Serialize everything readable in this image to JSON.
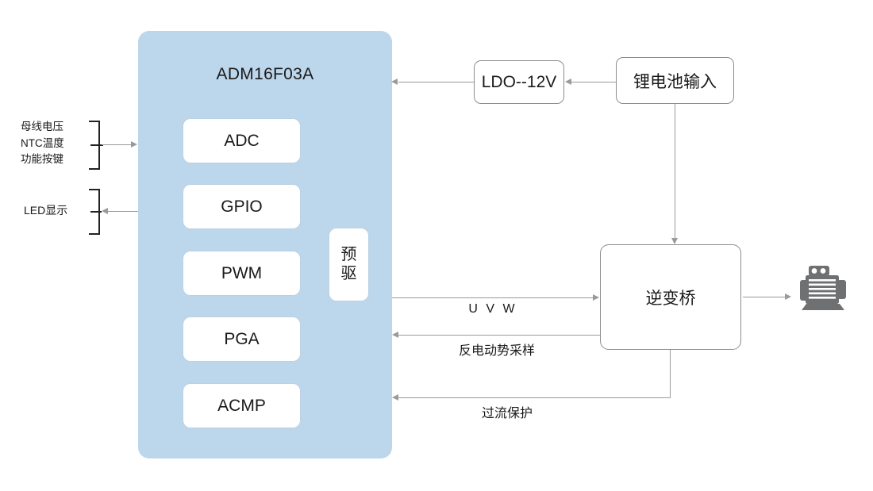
{
  "diagram": {
    "title": "ADM16F03A",
    "mcu": {
      "label": "ADM16F03A",
      "modules": [
        {
          "label": "ADC"
        },
        {
          "label": "GPIO"
        },
        {
          "label": "PWM"
        },
        {
          "label": "PGA"
        },
        {
          "label": "ACMP"
        }
      ],
      "predriver": {
        "line1": "预",
        "line2": "驱"
      }
    },
    "power": {
      "ldo": "LDO--12V",
      "battery": "锂电池输入"
    },
    "power_stage": {
      "inverter": "逆变桥",
      "motor_icon": "motor-icon"
    },
    "io_groups": [
      {
        "name": "analog-inputs",
        "lines": [
          "母线电压",
          "NTC温度",
          "功能按键"
        ],
        "direction": "in"
      },
      {
        "name": "led-display",
        "lines": [
          "LED显示"
        ],
        "direction": "out"
      }
    ],
    "signals": [
      {
        "name": "uvw",
        "label": "U V W",
        "direction": "right"
      },
      {
        "name": "bemf-sampling",
        "label": "反电动势采样",
        "direction": "left"
      },
      {
        "name": "overcurrent-protection",
        "label": "过流保护",
        "direction": "left"
      }
    ],
    "colors": {
      "panel": "#bcd6ec",
      "line": "#9a9a9a",
      "box_border": "#8d8d8d",
      "bracket": "#222222",
      "motor": "#6f7072",
      "text": "#1a1a1a",
      "background": "#ffffff"
    }
  }
}
